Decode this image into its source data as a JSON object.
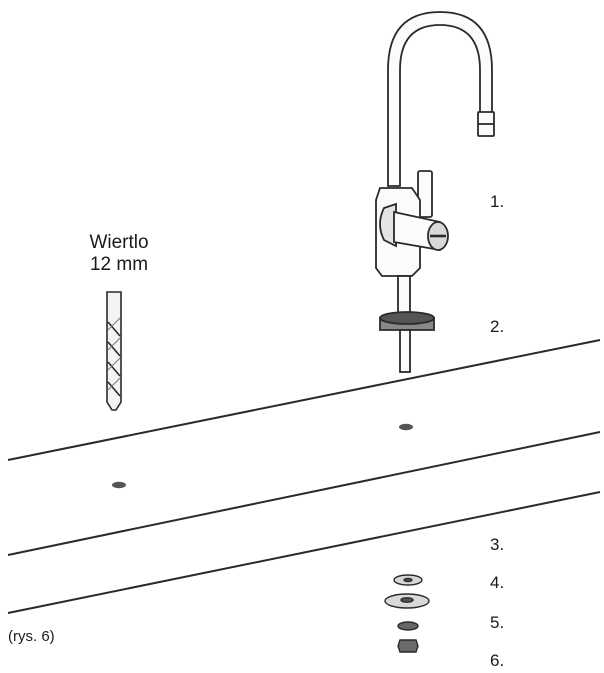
{
  "drill_label": {
    "line1": "Wiertlo",
    "line2": "12 mm"
  },
  "parts": [
    {
      "number": "1."
    },
    {
      "number": "2."
    },
    {
      "number": "3."
    },
    {
      "number": "4."
    },
    {
      "number": "5."
    },
    {
      "number": "6."
    }
  ],
  "caption": "(rys. 6)",
  "colors": {
    "line": "#2a2a2a",
    "fill_dark": "#555555",
    "fill_mid": "#8a8a8a",
    "fill_light": "#d8d8d8"
  }
}
